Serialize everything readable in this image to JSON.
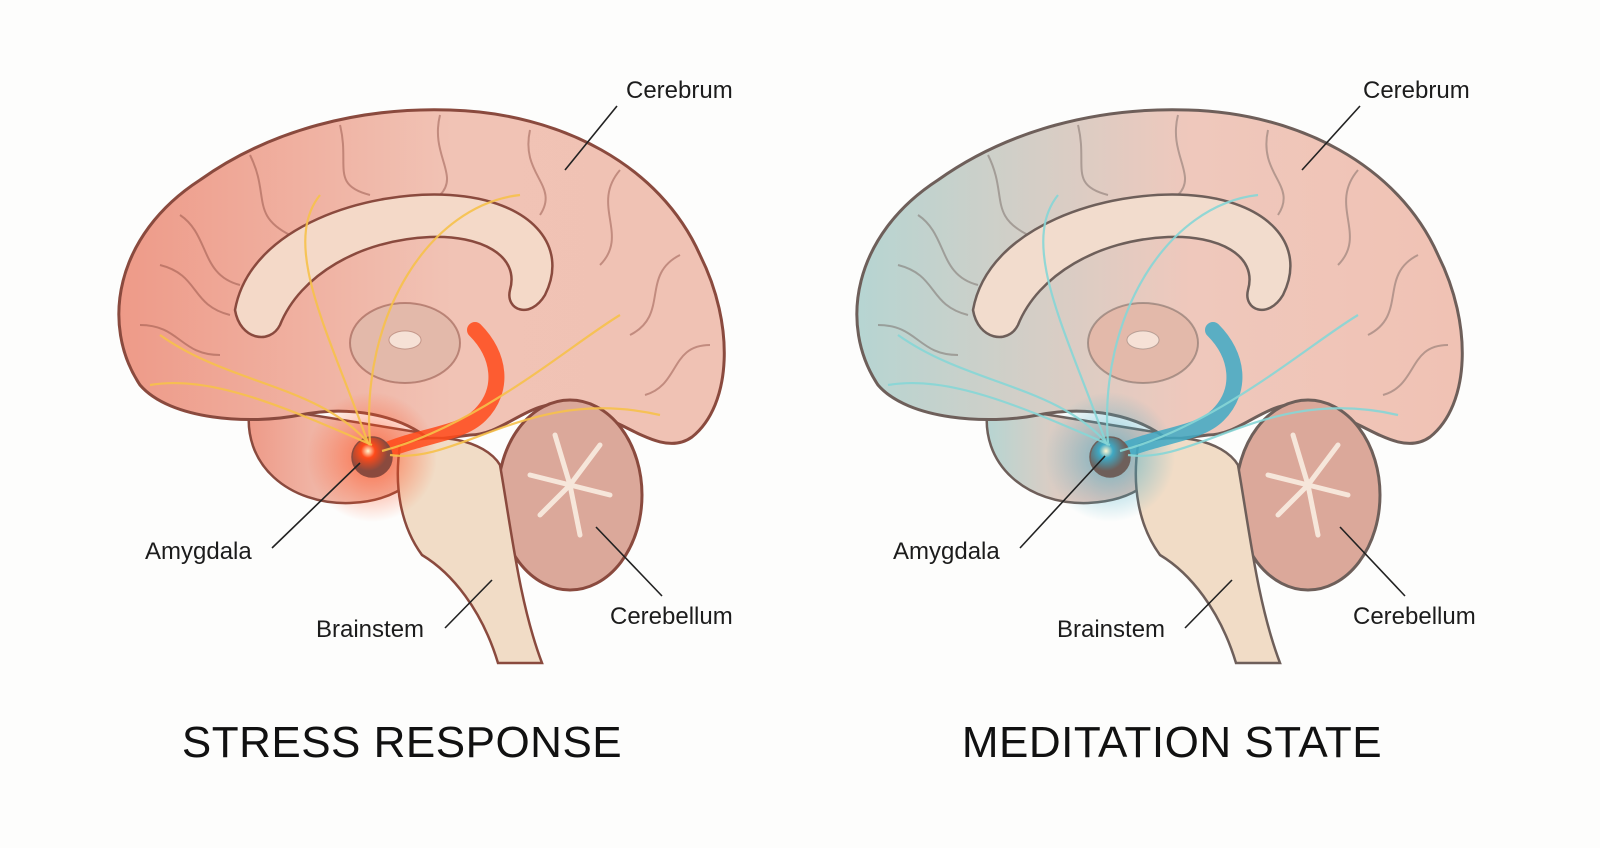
{
  "panels": [
    {
      "title": "STRESS RESPONSE",
      "labels": {
        "cerebrum": "Cerebrum",
        "amygdala": "Amygdala",
        "brainstem": "Brainstem",
        "cerebellum": "Cerebellum"
      },
      "colors": {
        "cortex_front": "#ee9a88",
        "cortex_back": "#f1c3b5",
        "outline": "#8a4a3e",
        "accent": "#ff4a1a",
        "nerve": "#f6c14a",
        "inner": "#f4d9c8"
      }
    },
    {
      "title": "MEDITATION STATE",
      "labels": {
        "cerebrum": "Cerebrum",
        "amygdala": "Amygdala",
        "brainstem": "Brainstem",
        "cerebellum": "Cerebellum"
      },
      "colors": {
        "cortex_front": "#b6d5d2",
        "cortex_back": "#efc8bc",
        "outline": "#6e5f5a",
        "accent": "#3fa9c4",
        "nerve": "#86d6d6",
        "inner": "#f2dccd"
      }
    }
  ]
}
